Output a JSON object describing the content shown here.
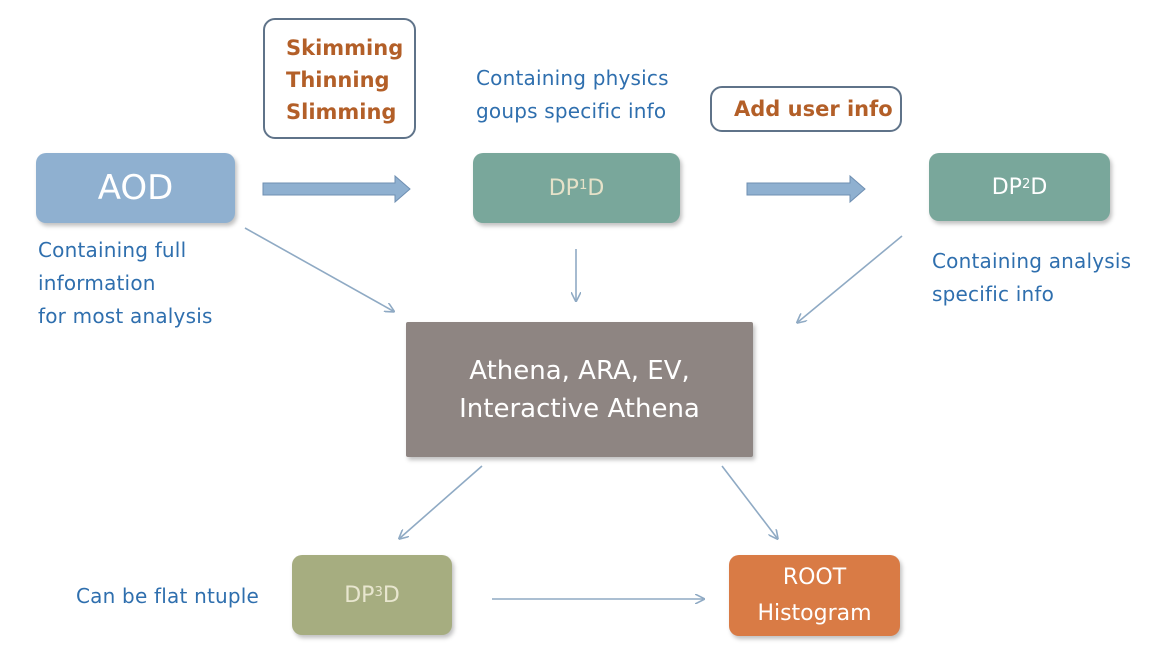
{
  "nodes": {
    "aod": {
      "label": "AOD",
      "color": "#8fb0d0"
    },
    "dp1d": {
      "prefix": "DP",
      "sup": "1",
      "suffix": "D",
      "color": "#79a79b"
    },
    "dp2d": {
      "prefix": "DP",
      "sup": "2",
      "suffix": "D",
      "color": "#79a79b"
    },
    "athena": {
      "line1": "Athena, ARA, EV,",
      "line2": "Interactive Athena",
      "color": "#8e8582"
    },
    "dp3d": {
      "prefix": "DP",
      "sup": "3",
      "suffix": "D",
      "color": "#a6ad80"
    },
    "root": {
      "line1": "ROOT",
      "line2": "Histogram",
      "color": "#d97b45"
    }
  },
  "callouts": {
    "skimming": [
      "Skimming",
      "Thinning",
      "Slimming"
    ],
    "add_user_info": "Add user info"
  },
  "notes": {
    "physics": [
      "Containing physics",
      "goups specific info"
    ],
    "full": [
      "Containing full",
      "information",
      "for most analysis"
    ],
    "analysis": [
      "Containing analysis",
      "specific info"
    ],
    "flat": "Can be flat ntuple"
  },
  "colors": {
    "arrow": "#8faac4",
    "note_text": "#2f6fae",
    "callout_text": "#b35f28",
    "callout_border": "#5f7389"
  }
}
